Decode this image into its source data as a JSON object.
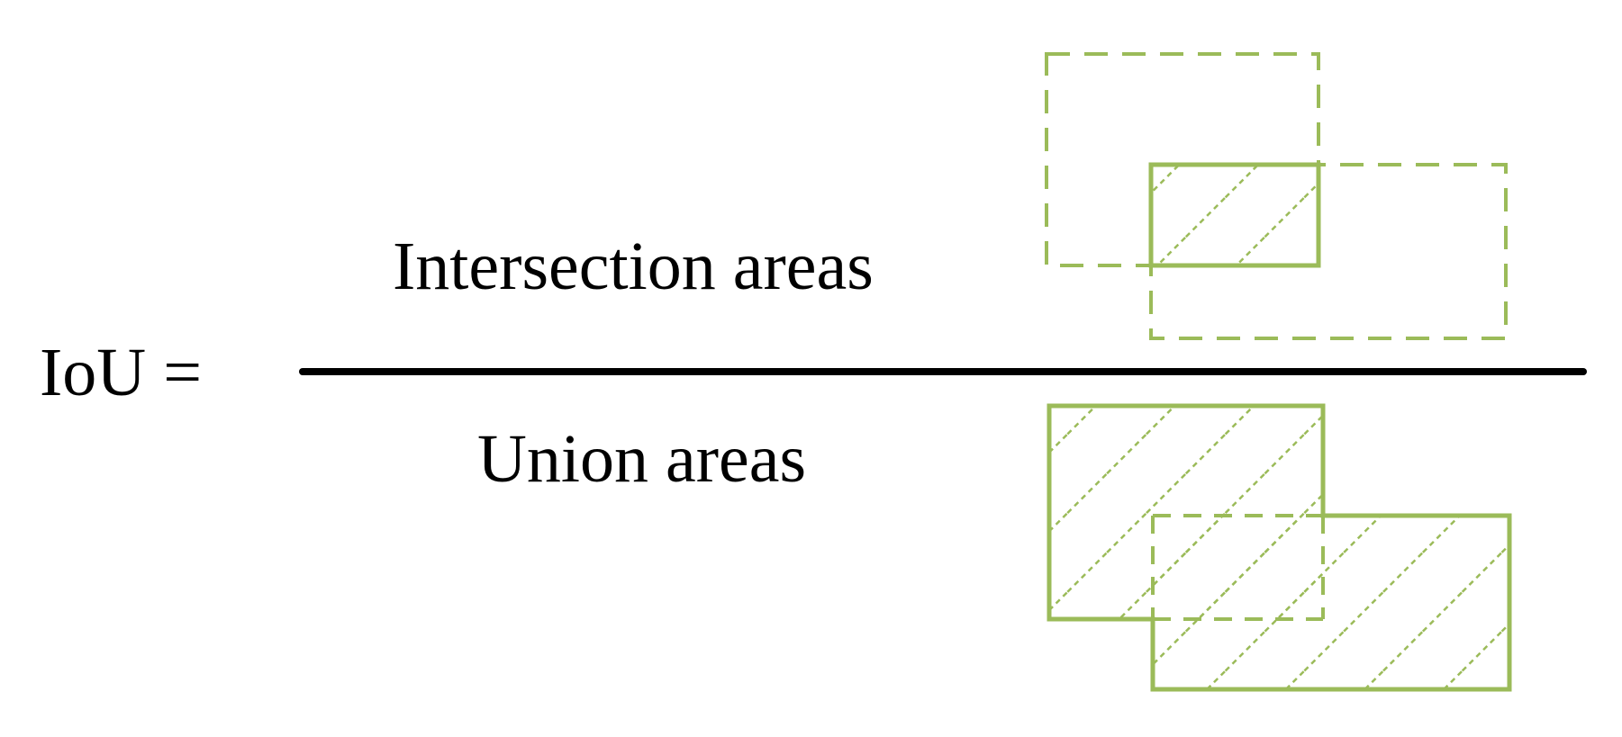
{
  "formula": {
    "lhs": "IoU =",
    "numerator": "Intersection areas",
    "denominator": "Union areas"
  },
  "colors": {
    "box_stroke": "#9bbb59",
    "text": "#000000"
  },
  "diagrams": [
    {
      "name": "intersection-diagram",
      "box_style": "dashed",
      "highlight": "intersection"
    },
    {
      "name": "union-diagram",
      "box_style": "solid",
      "highlight": "union"
    }
  ]
}
